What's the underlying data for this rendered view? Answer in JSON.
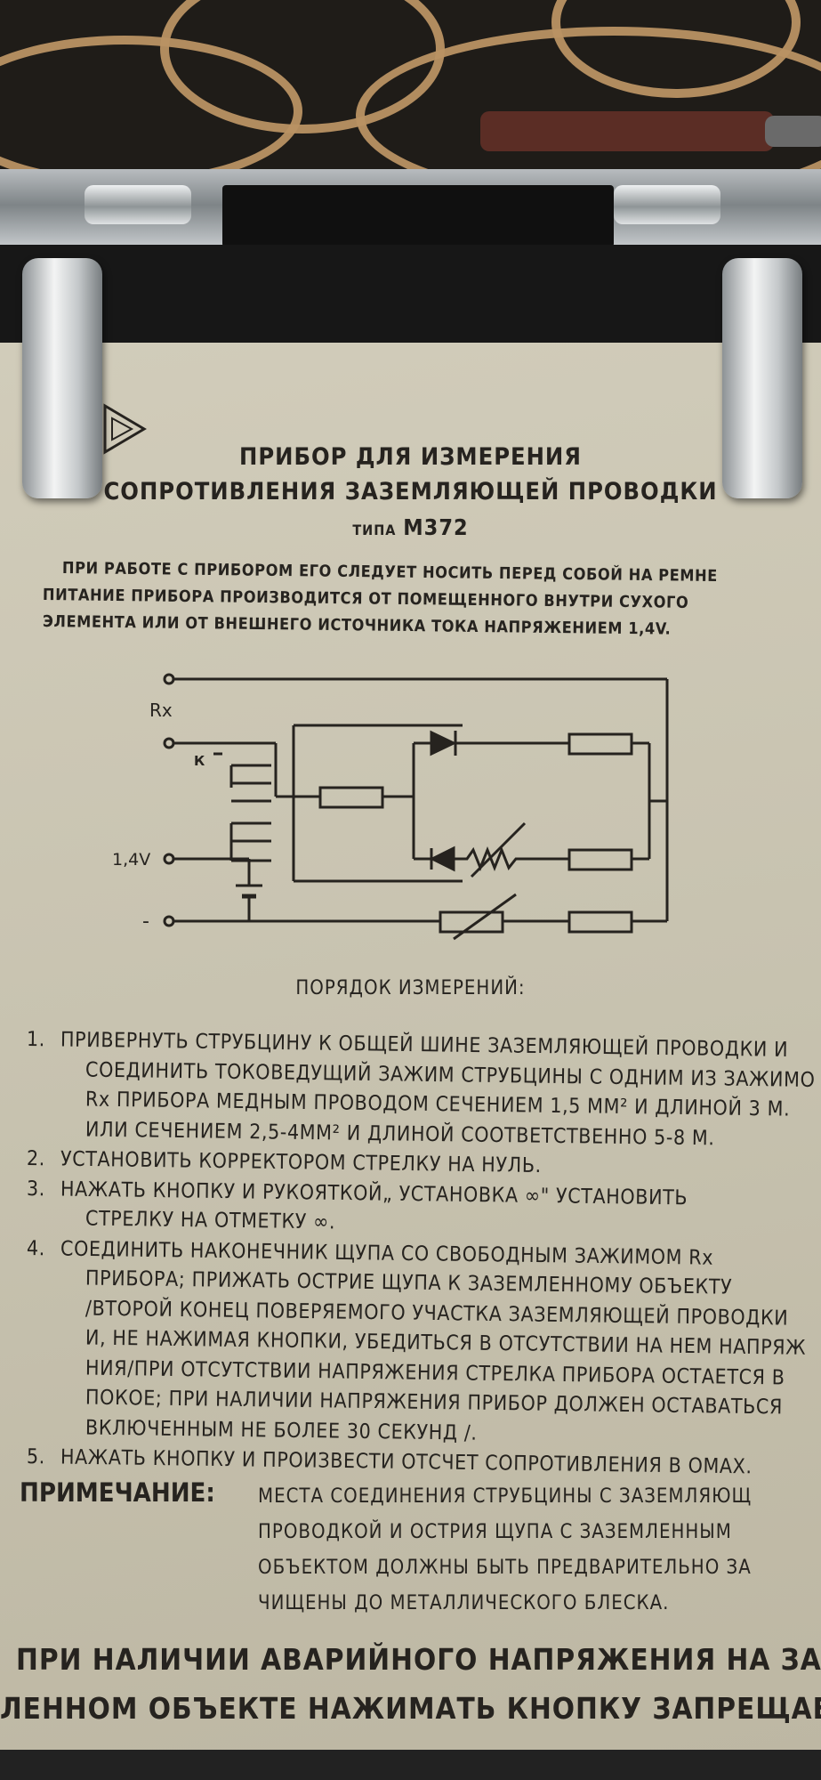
{
  "device": {
    "title_line1": "ПРИБОР ДЛЯ ИЗМЕРЕНИЯ",
    "title_line2": "СОПРОТИВЛЕНИЯ ЗАЗЕМЛЯЮЩЕЙ ПРОВОДКИ",
    "type_label": "ТИПА",
    "type_value": "М372"
  },
  "intro": [
    "ПРИ РАБОТЕ С ПРИБОРОМ ЕГО СЛЕДУЕТ НОСИТЬ ПЕРЕД СОБОЙ НА РЕМНЕ",
    "ПИТАНИЕ ПРИБОРА ПРОИЗВОДИТСЯ ОТ ПОМЕЩЕННОГО ВНУТРИ СУХОГО",
    "ЭЛЕМЕНТА ИЛИ ОТ ВНЕШНЕГО ИСТОЧНИКА ТОКА НАПРЯЖЕНИЕМ  1,4V."
  ],
  "schematic": {
    "label_rx": "Rx",
    "label_k": "К",
    "label_voltage": "1,4V",
    "label_minus": "-"
  },
  "procedure": {
    "heading": "ПОРЯДОК ИЗМЕРЕНИЙ:",
    "lines": [
      {
        "num": "1.",
        "text": "ПРИВЕРНУТЬ СТРУБЦИНУ К ОБЩЕЙ ШИНЕ ЗАЗЕМЛЯЮЩЕЙ ПРОВОДКИ И"
      },
      {
        "num": "",
        "text": "СОЕДИНИТЬ ТОКОВЕДУЩИЙ ЗАЖИМ СТРУБЦИНЫ С ОДНИМ ИЗ ЗАЖИМО"
      },
      {
        "num": "",
        "text": "Rx ПРИБОРА МЕДНЫМ ПРОВОДОМ СЕЧЕНИЕМ 1,5 ММ² И ДЛИНОЙ 3 М."
      },
      {
        "num": "",
        "text": "ИЛИ СЕЧЕНИЕМ 2,5-4ММ² И ДЛИНОЙ СООТВЕТСТВЕННО 5-8 М."
      },
      {
        "num": "2.",
        "text": "УСТАНОВИТЬ КОРРЕКТОРОМ СТРЕЛКУ НА НУЛЬ."
      },
      {
        "num": "3.",
        "text": "НАЖАТЬ КНОПКУ И РУКОЯТКОЙ„ УСТАНОВКА ∞\" УСТАНОВИТЬ"
      },
      {
        "num": "",
        "text": "СТРЕЛКУ НА ОТМЕТКУ ∞."
      },
      {
        "num": "4.",
        "text": "СОЕДИНИТЬ НАКОНЕЧНИК ЩУПА СО СВОБОДНЫМ ЗАЖИМОМ Rx"
      },
      {
        "num": "",
        "text": "ПРИБОРА; ПРИЖАТЬ ОСТРИЕ ЩУПА К ЗАЗЕМЛЕННОМУ ОБЪЕКТУ"
      },
      {
        "num": "",
        "text": "/ВТОРОЙ КОНЕЦ ПОВЕРЯЕМОГО УЧАСТКА ЗАЗЕМЛЯЮЩЕЙ ПРОВОДКИ"
      },
      {
        "num": "",
        "text": "И, НЕ НАЖИМАЯ КНОПКИ, УБЕДИТЬСЯ В ОТСУТСТВИИ НА НЕМ НАПРЯЖ"
      },
      {
        "num": "",
        "text": "НИЯ/ПРИ ОТСУТСТВИИ НАПРЯЖЕНИЯ СТРЕЛКА ПРИБОРА ОСТАЕТСЯ В"
      },
      {
        "num": "",
        "text": "ПОКОЕ; ПРИ НАЛИЧИИ НАПРЯЖЕНИЯ ПРИБОР ДОЛЖЕН ОСТАВАТЬСЯ"
      },
      {
        "num": "",
        "text": "ВКЛЮЧЕННЫМ НЕ БОЛЕЕ 30 СЕКУНД /."
      },
      {
        "num": "5.",
        "text": "НАЖАТЬ КНОПКУ И ПРОИЗВЕСТИ ОТСЧЕТ СОПРОТИВЛЕНИЯ В ОМАХ."
      }
    ]
  },
  "note": {
    "label": "ПРИМЕЧАНИЕ:",
    "lines": [
      "МЕСТА СОЕДИНЕНИЯ СТРУБЦИНЫ С ЗАЗЕМЛЯЮЩ",
      "ПРОВОДКОЙ И ОСТРИЯ ЩУПА С ЗАЗЕМЛЕННЫМ",
      "ОБЪЕКТОМ ДОЛЖНЫ БЫТЬ ПРЕДВАРИТЕЛЬНО ЗА",
      "ЧИЩЕНЫ ДО МЕТАЛЛИЧЕСКОГО БЛЕСКА."
    ]
  },
  "warning": [
    "ПРИ НАЛИЧИИ АВАРИЙНОГО НАПРЯЖЕНИЯ НА ЗАЗЕ",
    "ЛЕННОМ ОБЪЕКТЕ НАЖИМАТЬ КНОПКУ ЗАПРЕЩАЕТ"
  ],
  "colors": {
    "plate": "#c9c4b1",
    "ink": "#26231f",
    "metal": "#b8bcbf",
    "cord": "#b99263"
  }
}
